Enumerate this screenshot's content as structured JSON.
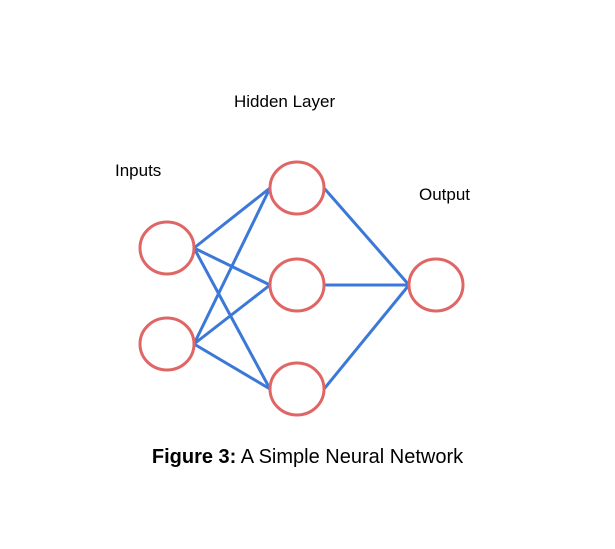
{
  "layers": [
    {
      "label": "Inputs",
      "node_count": 2
    },
    {
      "label": "Hidden Layer",
      "node_count": 3
    },
    {
      "label": "Output",
      "node_count": 1
    }
  ],
  "connections": "fully-connected",
  "caption": {
    "prefix": "Figure 3:",
    "text": "A Simple Neural Network"
  },
  "colors": {
    "node_stroke": "#e06666",
    "node_fill": "#ffffff",
    "edge": "#3c78d8",
    "text": "#000000"
  }
}
